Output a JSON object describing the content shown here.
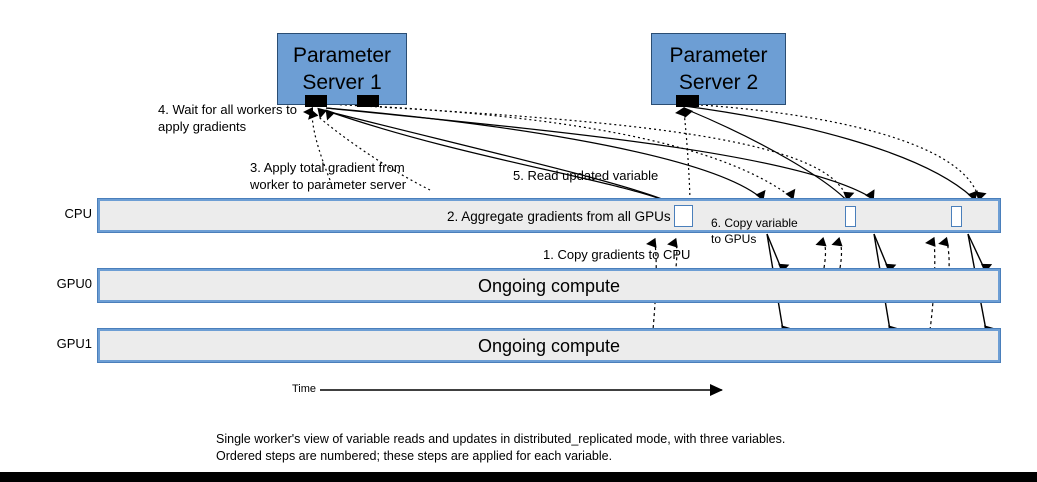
{
  "diagram": {
    "parameter_servers": [
      {
        "name": "parameter-server-1",
        "line1": "Parameter",
        "line2": "Server 1"
      },
      {
        "name": "parameter-server-2",
        "line1": "Parameter",
        "line2": "Server 2"
      }
    ],
    "lanes": [
      {
        "name": "cpu",
        "label": "CPU",
        "content": ""
      },
      {
        "name": "gpu0",
        "label": "GPU0",
        "content": "Ongoing compute"
      },
      {
        "name": "gpu1",
        "label": "GPU1",
        "content": "Ongoing compute"
      }
    ],
    "steps": {
      "step1": "1. Copy gradients to CPU",
      "step2": "2. Aggregate gradients from all GPUs",
      "step3_line1": "3. Apply total gradient from",
      "step3_line2": "worker to parameter server",
      "step4_line1": "4. Wait for all workers to",
      "step4_line2": "apply gradients",
      "step5": "5. Read updated variable",
      "step6_line1": "6. Copy variable",
      "step6_line2": "to GPUs"
    },
    "time_axis": {
      "label": "Time"
    },
    "caption": {
      "line1": "Single worker's view of variable reads and updates in distributed_replicated mode, with three variables.",
      "line2": "Ordered steps are numbered; these steps are applied for each variable."
    },
    "colors": {
      "server_fill": "#6d9ed4",
      "lane_border": "#6d9ed4",
      "lane_fill": "#ececec",
      "stroke": "#000000",
      "background": "#ffffff"
    }
  }
}
